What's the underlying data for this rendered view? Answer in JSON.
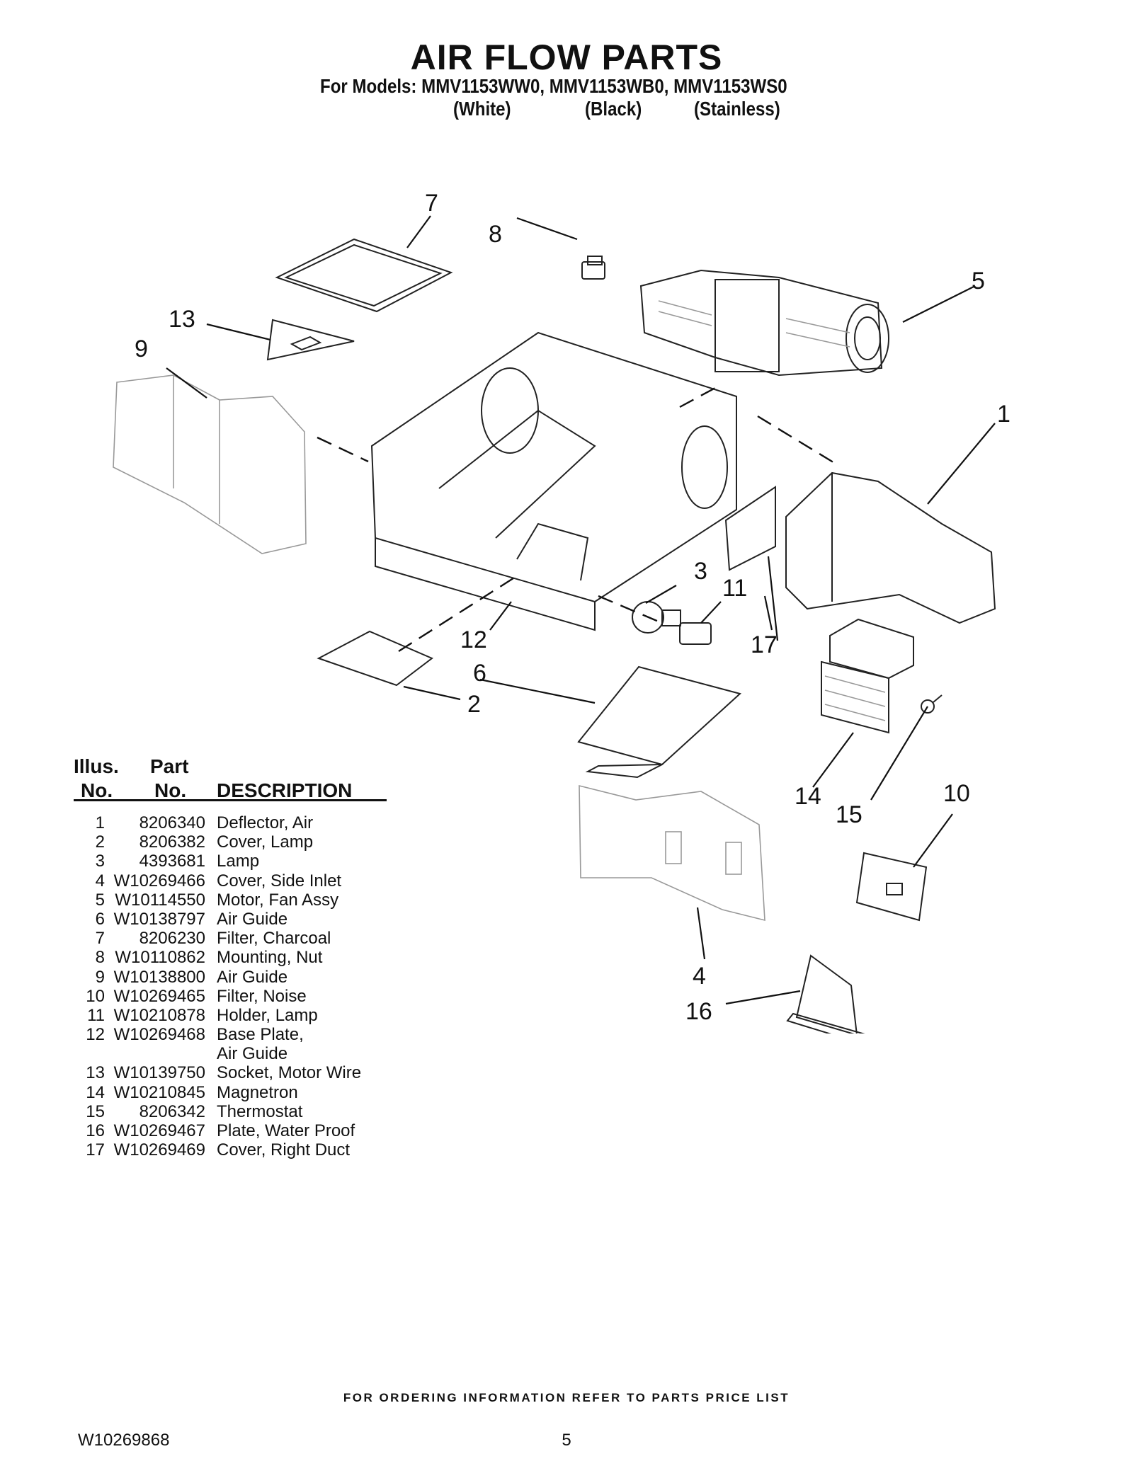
{
  "header": {
    "title": "AIR FLOW PARTS",
    "models_line": "For Models: MMV1153WW0, MMV1153WB0, MMV1153WS0",
    "finishes": [
      "(White)",
      "(Black)",
      "(Stainless)"
    ]
  },
  "diagram": {
    "callouts": [
      "1",
      "2",
      "3",
      "4",
      "5",
      "6",
      "7",
      "8",
      "9",
      "10",
      "11",
      "12",
      "13",
      "14",
      "15",
      "16",
      "17"
    ]
  },
  "parts_table": {
    "headers": {
      "illus_line1": "Illus.",
      "illus_line2": "No.",
      "part_line1": "Part",
      "part_line2": "No.",
      "description": "DESCRIPTION"
    },
    "rows": [
      {
        "illus": "1",
        "part": "8206340",
        "desc": "Deflector, Air"
      },
      {
        "illus": "2",
        "part": "8206382",
        "desc": "Cover, Lamp"
      },
      {
        "illus": "3",
        "part": "4393681",
        "desc": "Lamp"
      },
      {
        "illus": "4",
        "part": "W10269466",
        "desc": "Cover, Side Inlet"
      },
      {
        "illus": "5",
        "part": "W10114550",
        "desc": "Motor, Fan Assy"
      },
      {
        "illus": "6",
        "part": "W10138797",
        "desc": "Air Guide"
      },
      {
        "illus": "7",
        "part": "8206230",
        "desc": "Filter, Charcoal"
      },
      {
        "illus": "8",
        "part": "W10110862",
        "desc": "Mounting, Nut"
      },
      {
        "illus": "9",
        "part": "W10138800",
        "desc": "Air Guide"
      },
      {
        "illus": "10",
        "part": "W10269465",
        "desc": "Filter, Noise"
      },
      {
        "illus": "11",
        "part": "W10210878",
        "desc": "Holder, Lamp"
      },
      {
        "illus": "12",
        "part": "W10269468",
        "desc": "Base Plate,"
      },
      {
        "illus": "",
        "part": "",
        "desc": "Air Guide"
      },
      {
        "illus": "13",
        "part": "W10139750",
        "desc": "Socket, Motor Wire"
      },
      {
        "illus": "14",
        "part": "W10210845",
        "desc": "Magnetron"
      },
      {
        "illus": "15",
        "part": "8206342",
        "desc": "Thermostat"
      },
      {
        "illus": "16",
        "part": "W10269467",
        "desc": "Plate, Water Proof"
      },
      {
        "illus": "17",
        "part": "W10269469",
        "desc": "Cover, Right Duct"
      }
    ]
  },
  "footer": {
    "ordering_note": "FOR ORDERING INFORMATION REFER TO PARTS PRICE LIST",
    "document_number": "W10269868",
    "page_number": "5"
  }
}
